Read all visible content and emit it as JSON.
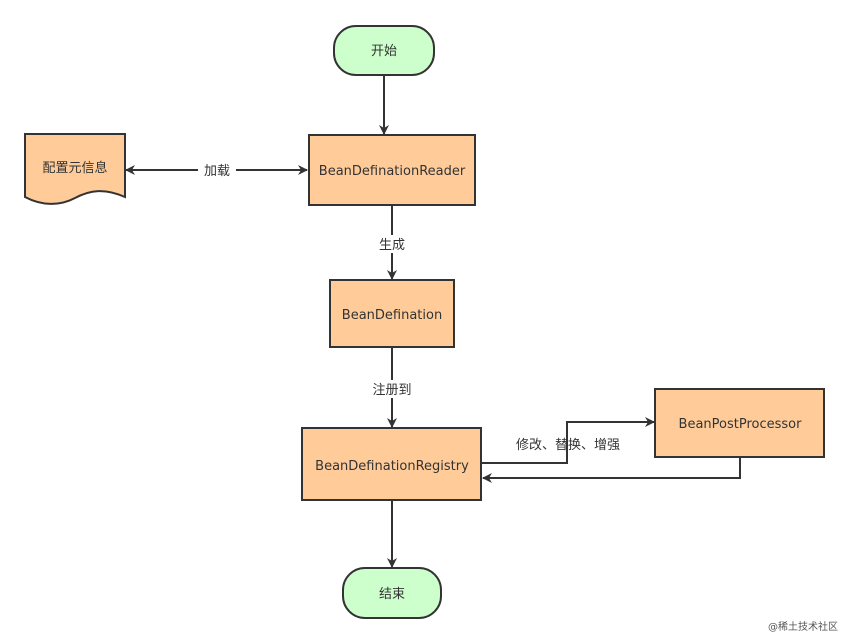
{
  "nodes": {
    "start": "开始",
    "reader": "BeanDefinationReader",
    "config": "配置元信息",
    "definition": "BeanDefination",
    "registry": "BeanDefinationRegistry",
    "post_processor": "BeanPostProcessor",
    "end": "结束"
  },
  "edges": {
    "load": "加载",
    "generate": "生成",
    "register": "注册到",
    "modify": "修改、替换、增强"
  },
  "watermark": "@稀土技术社区",
  "colors": {
    "terminal_fill": "#ccffcc",
    "process_fill": "#ffcc99",
    "stroke": "#333333"
  }
}
